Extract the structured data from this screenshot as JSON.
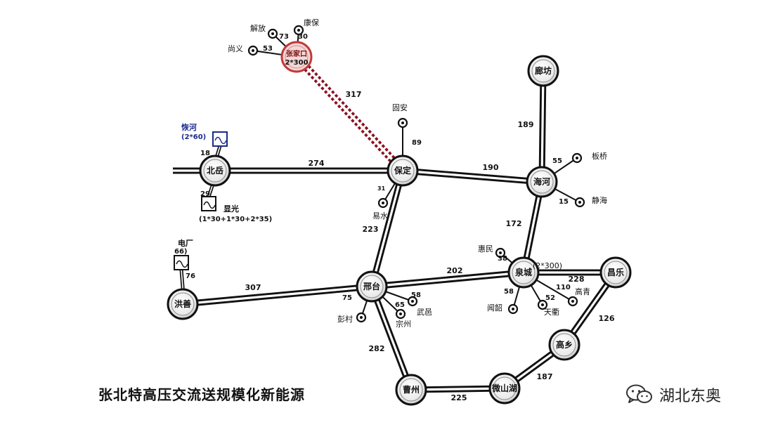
{
  "colors": {
    "line": "#111111",
    "accent_line": "#8a1020",
    "hub_fill": "#f3d7d7",
    "hub_stroke": "#c23a3a",
    "plant_text": "#1a2a8c"
  },
  "caption": "张北特高压交流送规模化新能源",
  "brand": {
    "name": "湖北东奥",
    "icon": "wechat-icon"
  },
  "hub": {
    "id": "zhangbei",
    "label_line1": "张家口",
    "label_line2": "2*300"
  },
  "stations": [
    {
      "id": "beiyue",
      "label": "北岳"
    },
    {
      "id": "baoding",
      "label": "保定"
    },
    {
      "id": "haihe",
      "label": "海河"
    },
    {
      "id": "langfang",
      "label": "廊坊"
    },
    {
      "id": "xingtai",
      "label": "邢台"
    },
    {
      "id": "quancheng",
      "label": "泉城"
    },
    {
      "id": "changle",
      "label": "昌乐"
    },
    {
      "id": "gaoxiang",
      "label": "高乡"
    },
    {
      "id": "weishanhu",
      "label": "微山湖"
    },
    {
      "id": "caozhou",
      "label": "曹州"
    },
    {
      "id": "hongshan",
      "label": "洪善"
    }
  ],
  "lines": [
    {
      "from": "zhangbei",
      "to": "baoding",
      "label": "317",
      "type": "accent"
    },
    {
      "from": "beiyue",
      "to": "baoding",
      "label": "274",
      "type": "main"
    },
    {
      "from": "baoding",
      "to": "haihe",
      "label": "190",
      "type": "main"
    },
    {
      "from": "langfang",
      "to": "haihe",
      "label": "189",
      "type": "main"
    },
    {
      "from": "baoding",
      "to": "xingtai",
      "label": "223",
      "type": "main"
    },
    {
      "from": "haihe",
      "to": "quancheng",
      "label": "172",
      "type": "main"
    },
    {
      "from": "hongshan",
      "to": "xingtai",
      "label": "307",
      "type": "main"
    },
    {
      "from": "xingtai",
      "to": "quancheng",
      "label": "202",
      "type": "main"
    },
    {
      "from": "quancheng",
      "to": "changle",
      "label": "228",
      "type": "main"
    },
    {
      "from": "changle",
      "to": "gaoxiang",
      "label": "126",
      "type": "main"
    },
    {
      "from": "gaoxiang",
      "to": "weishanhu",
      "label": "187",
      "type": "main"
    },
    {
      "from": "weishanhu",
      "to": "caozhou",
      "label": "225",
      "type": "main"
    },
    {
      "from": "xingtai",
      "to": "caozhou",
      "label": "282",
      "type": "main"
    }
  ],
  "branches": [
    {
      "station": "zhangbei",
      "name": "解放",
      "value": "73"
    },
    {
      "station": "zhangbei",
      "name": "康保",
      "value": "30"
    },
    {
      "station": "zhangbei",
      "name": "尚义",
      "value": "53"
    },
    {
      "station": "baoding",
      "name": "固安",
      "value": "89"
    },
    {
      "station": "baoding",
      "name": "易水",
      "value": "31"
    },
    {
      "station": "haihe",
      "name": "板桥",
      "value": "55"
    },
    {
      "station": "haihe",
      "name": "静海",
      "value": "15"
    },
    {
      "station": "quancheng",
      "name": "惠民",
      "value": "38"
    },
    {
      "station": "quancheng",
      "name": "闻韶",
      "value": "58"
    },
    {
      "station": "quancheng",
      "name": "天衢",
      "value": "52"
    },
    {
      "station": "quancheng",
      "name": "高青",
      "value": "110"
    },
    {
      "station": "xingtai",
      "name": "彭村",
      "value": "75"
    },
    {
      "station": "xingtai",
      "name": "宗州",
      "value": "65"
    },
    {
      "station": "xingtai",
      "name": "武邑",
      "value": "58"
    }
  ],
  "plants": [
    {
      "station": "beiyue",
      "name": "恢河",
      "capacity": "(2*60)",
      "value": "18"
    },
    {
      "station": "beiyue",
      "name": "显光",
      "capacity": "(1*30+1*30+2*35)",
      "value": "29"
    },
    {
      "station": "hongshan",
      "name": "电厂",
      "capacity": "66)",
      "value": "76"
    }
  ],
  "annotations": {
    "quancheng_capacity": "(2*300)"
  }
}
